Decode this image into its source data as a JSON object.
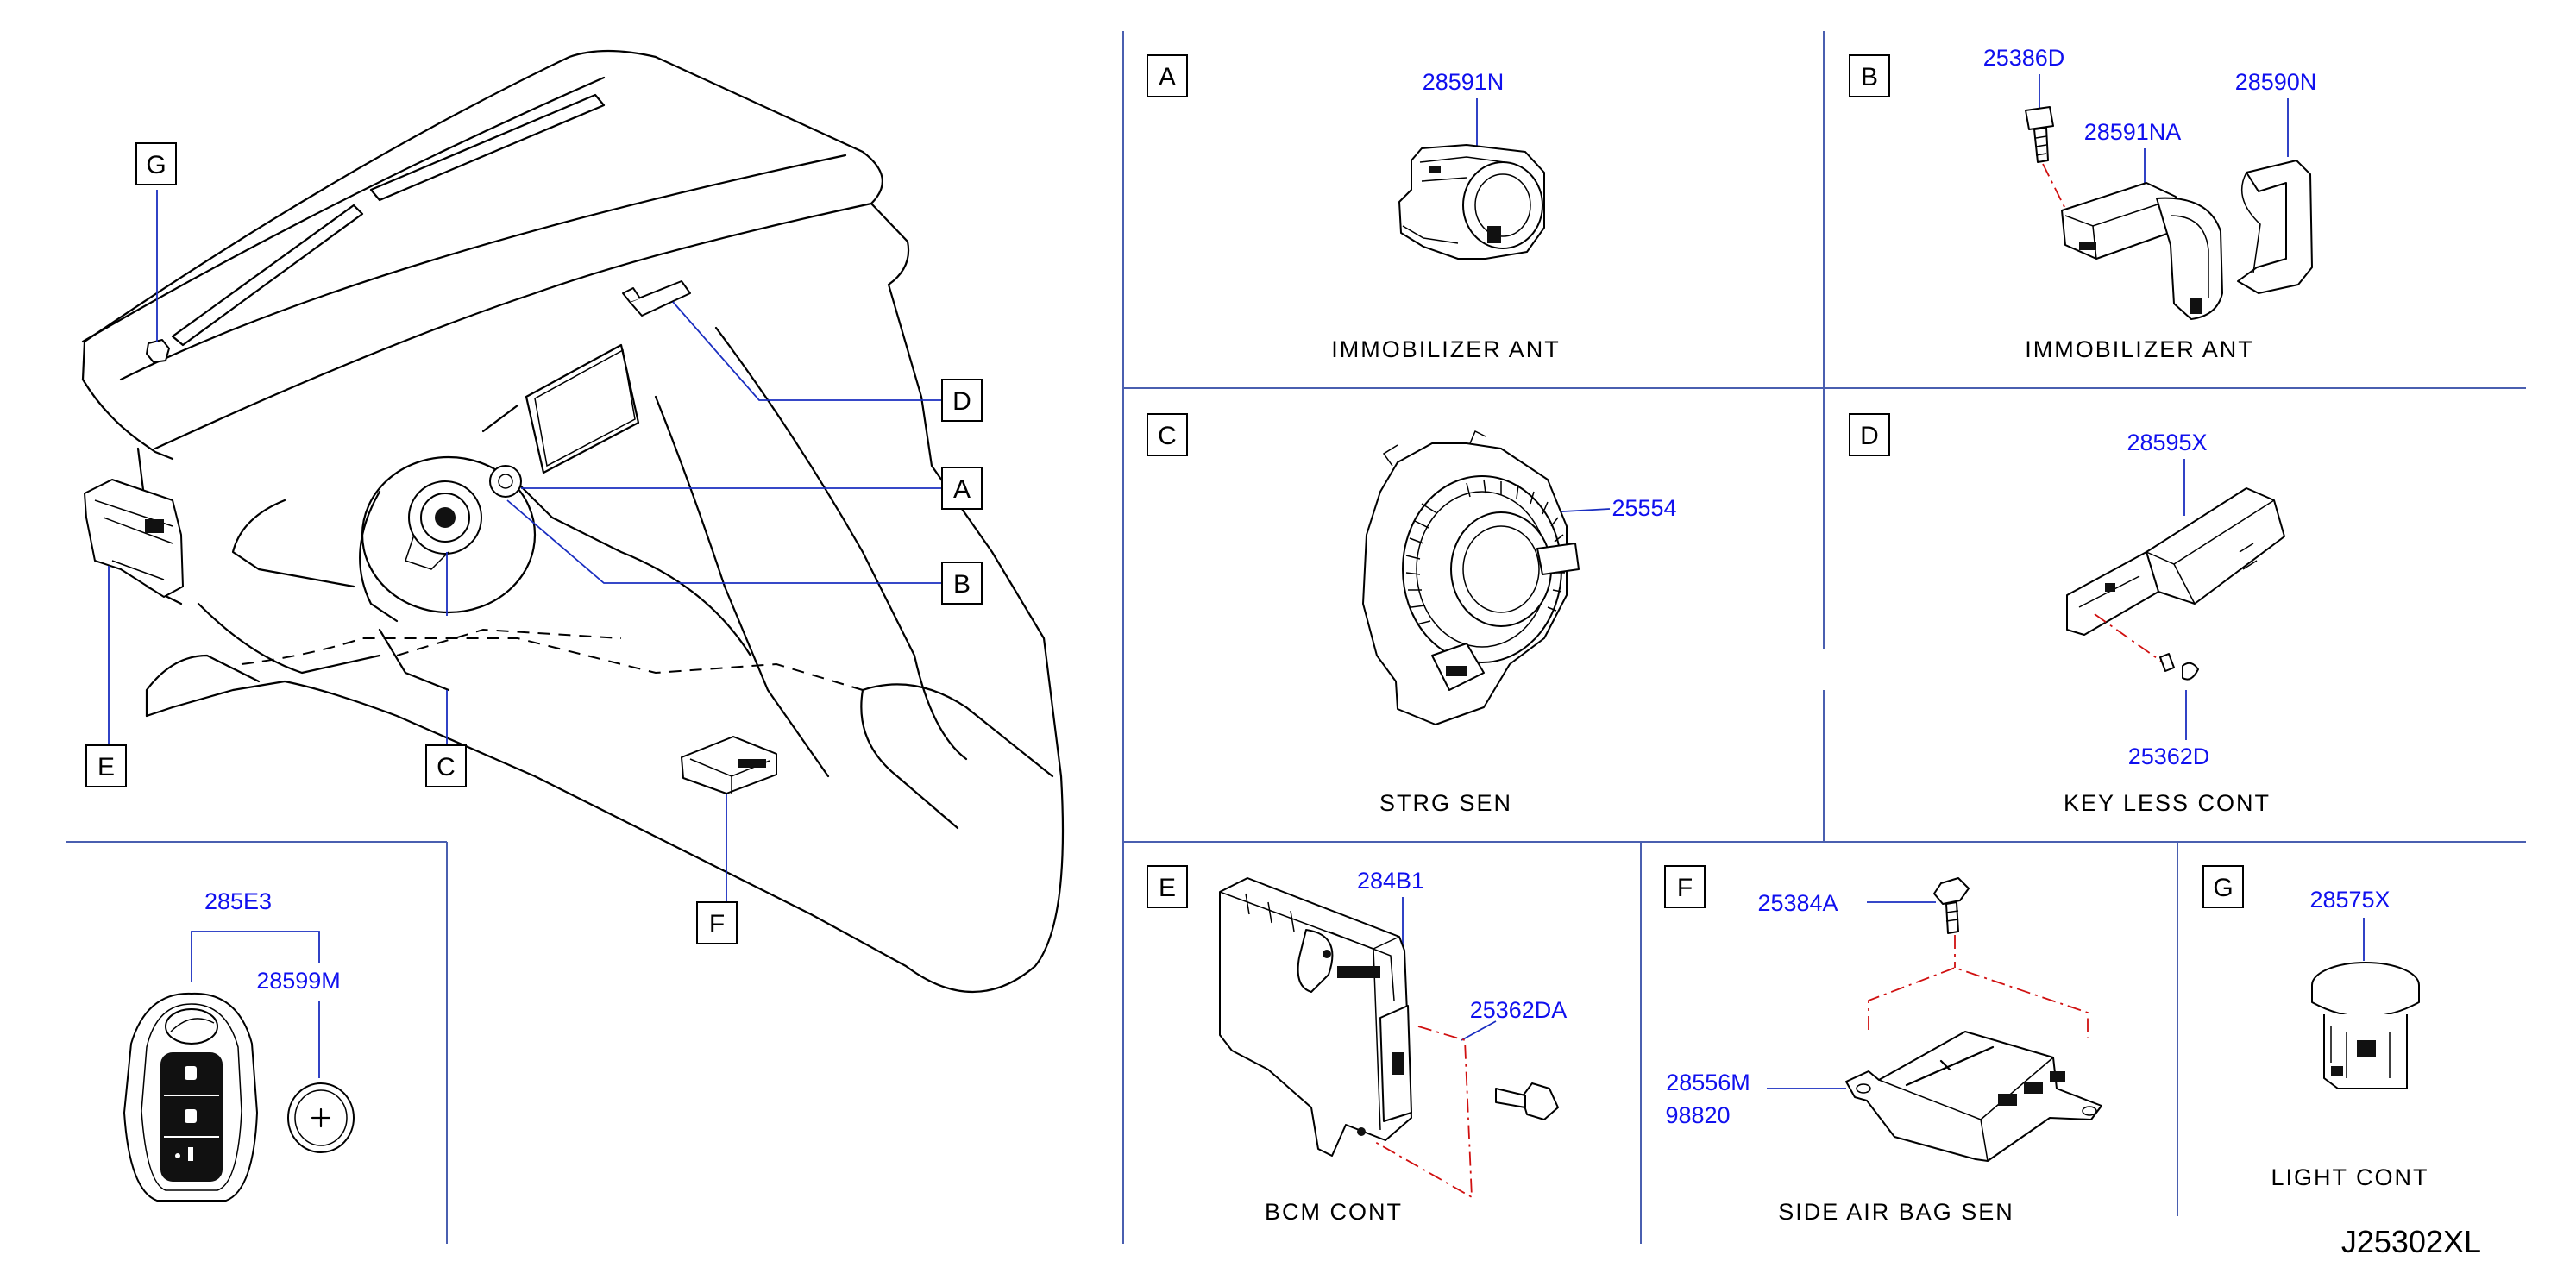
{
  "diagram_code": "J25302XL",
  "callouts": [
    "G",
    "D",
    "A",
    "B",
    "E",
    "C",
    "F"
  ],
  "panels": {
    "A": {
      "letter": "A",
      "parts": [
        "28591N"
      ],
      "caption": "IMMOBILIZER   ANT"
    },
    "B": {
      "letter": "B",
      "parts": [
        "25386D",
        "28591NA",
        "28590N"
      ],
      "caption": "IMMOBILIZER   ANT"
    },
    "C": {
      "letter": "C",
      "parts": [
        "25554"
      ],
      "caption": "STRG   SEN"
    },
    "D": {
      "letter": "D",
      "parts": [
        "28595X",
        "25362D"
      ],
      "caption": "KEY   LESS   CONT"
    },
    "E": {
      "letter": "E",
      "parts": [
        "284B1",
        "25362DA"
      ],
      "caption": "BCM   CONT"
    },
    "F": {
      "letter": "F",
      "parts": [
        "25384A",
        "28556M",
        "98820"
      ],
      "caption": "SIDE   AIR   BAG   SEN"
    },
    "G": {
      "letter": "G",
      "parts": [
        "28575X"
      ],
      "caption": "LIGHT   CONT"
    }
  },
  "key_fob": {
    "parts": [
      "285E3",
      "28599M"
    ]
  },
  "colors": {
    "part_number": "#1010ee",
    "divider": "#4a5fb0",
    "leader": "#1a2ec0",
    "centerline": "#d01010"
  }
}
